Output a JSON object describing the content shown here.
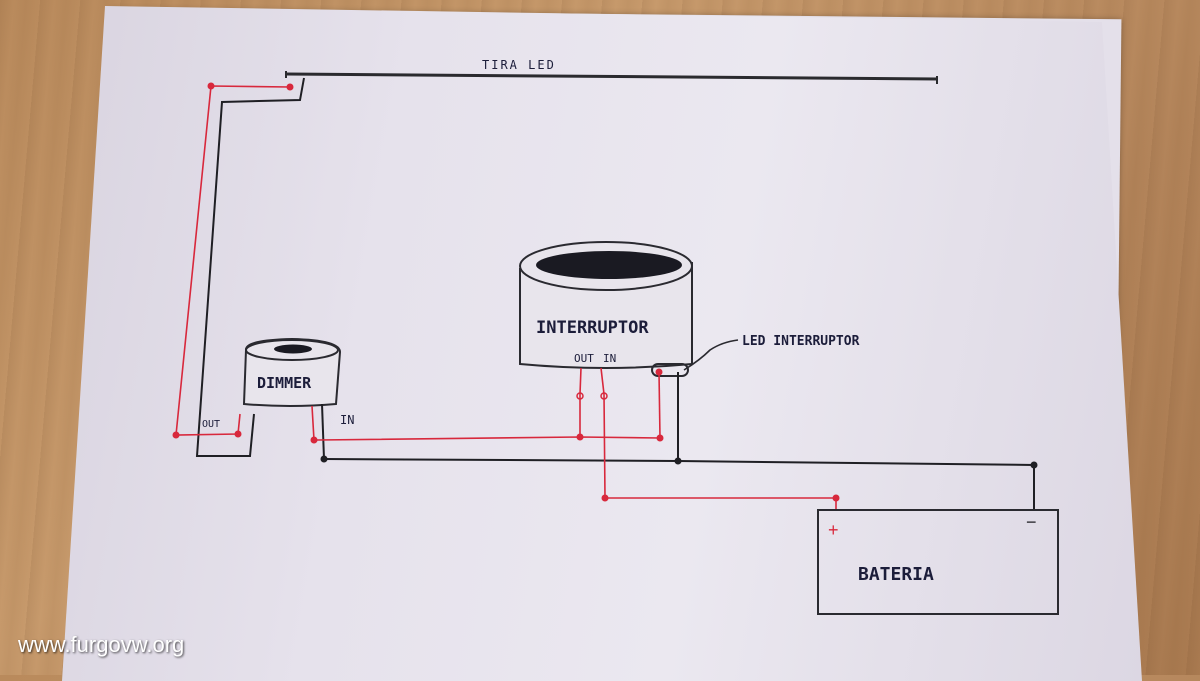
{
  "labels": {
    "led_strip": "TIRA LED",
    "switch": "INTERRUPTOR",
    "switch_out": "OUT",
    "switch_in": "IN",
    "switch_led": "LED INTERRUPTOR",
    "dimmer": "DIMMER",
    "dimmer_out": "OUT",
    "dimmer_in": "IN",
    "battery": "BATERIA",
    "battery_plus": "+",
    "battery_minus": "−"
  },
  "watermark": "www.furgovw.org",
  "colors": {
    "positive_wire": "#d8283c",
    "negative_wire": "#1f1f24",
    "ink": "#1c1d3a"
  }
}
